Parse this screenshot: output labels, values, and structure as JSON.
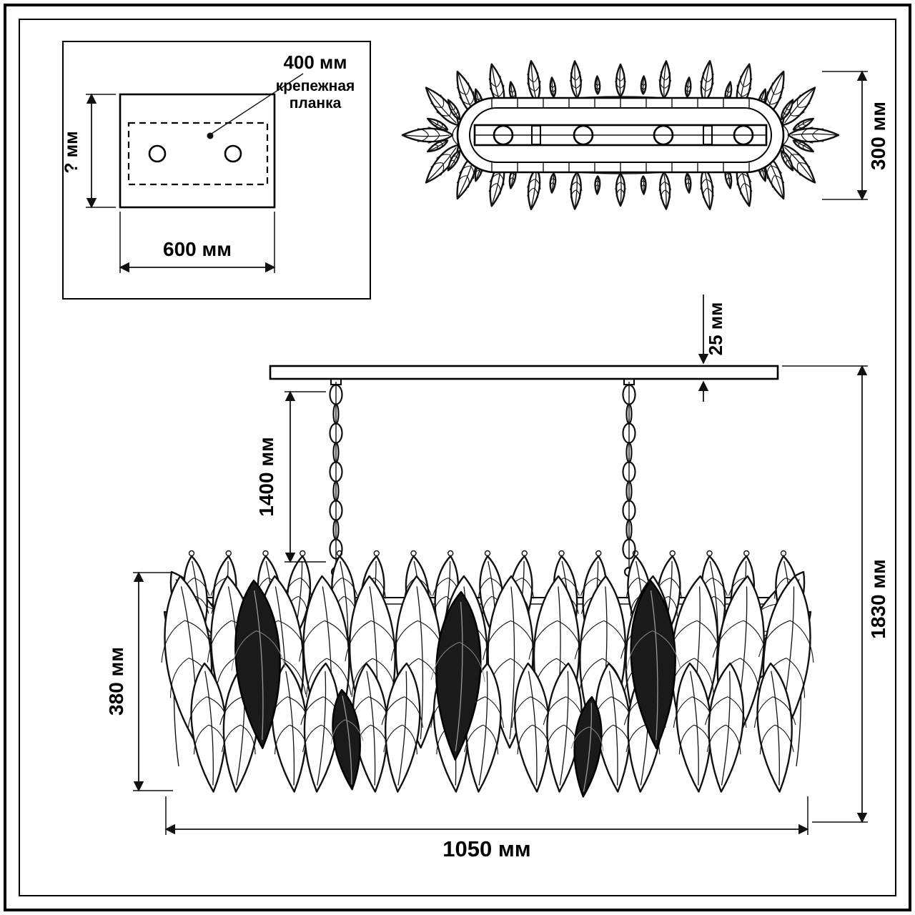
{
  "diagram": {
    "mount": {
      "leader_value": "400 мм",
      "part_line1": "крепежная",
      "part_line2": "планка",
      "height": "? мм",
      "width": "600 мм"
    },
    "top_view": {
      "depth": "300 мм"
    },
    "front_view": {
      "canopy_height": "25 мм",
      "chain_length": "1400 мм",
      "overall_height": "1830 мм",
      "shade_height": "380 мм",
      "width": "1050 мм"
    }
  }
}
